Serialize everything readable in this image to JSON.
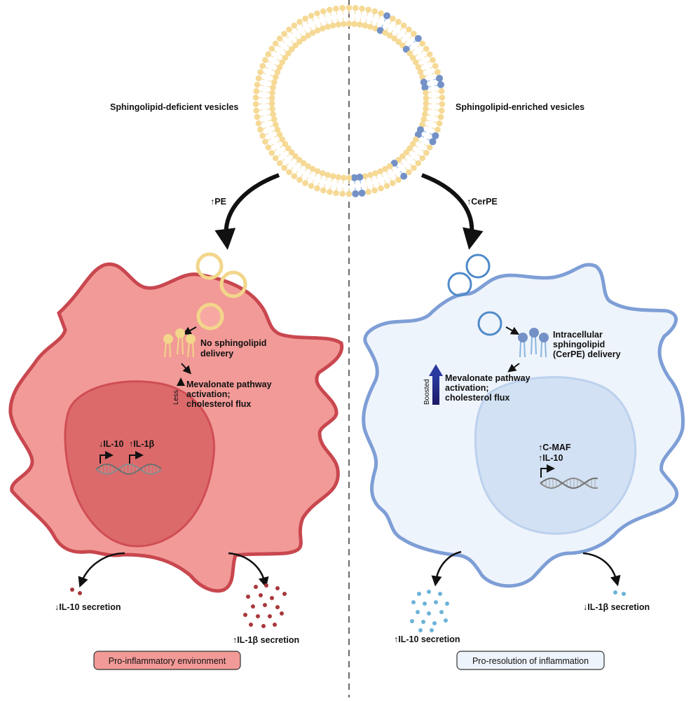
{
  "vesicle": {
    "left_label": "Sphingolipid-deficient vesicles",
    "right_label": "Sphingolipid-enriched vesicles"
  },
  "left_arrow_label": "↑PE",
  "right_arrow_label": "↑CerPE",
  "left_cell": {
    "delivery_line1": "No sphingolipid",
    "delivery_line2": "delivery",
    "pathway_line1": "Mevalonate pathway",
    "pathway_line2": "activation;",
    "pathway_line3": "cholesterol flux",
    "modifier": "Less",
    "gene_a": "↓IL-10",
    "gene_b": "↑IL-1β",
    "secretion_a": "↓IL-10 secretion",
    "secretion_b": "↑IL-1β secretion",
    "environment": "Pro-inflammatory environment",
    "colors": {
      "membrane": "#c9474f",
      "cytoplasm": "#f29a97",
      "nucleus": "#dd6a6b",
      "particles": "#a8383b"
    }
  },
  "right_cell": {
    "delivery_line1": "Intracellular",
    "delivery_line2": "sphingolipid",
    "delivery_line3": "(CerPE) delivery",
    "pathway_line1": "Mevalonate pathway",
    "pathway_line2": "activation;",
    "pathway_line3": "cholesterol flux",
    "modifier": "Boosted",
    "gene_a": "↑C-MAF",
    "gene_b": "↑IL-10",
    "secretion_a": "↑IL-10 secretion",
    "secretion_b": "↓IL-1β secretion",
    "environment": "Pro-resolution of inflammation",
    "colors": {
      "membrane": "#7e9ed6",
      "cytoplasm": "#eef4fb",
      "nucleus": "#d2e1f3",
      "particles": "#6cb3d8"
    }
  }
}
